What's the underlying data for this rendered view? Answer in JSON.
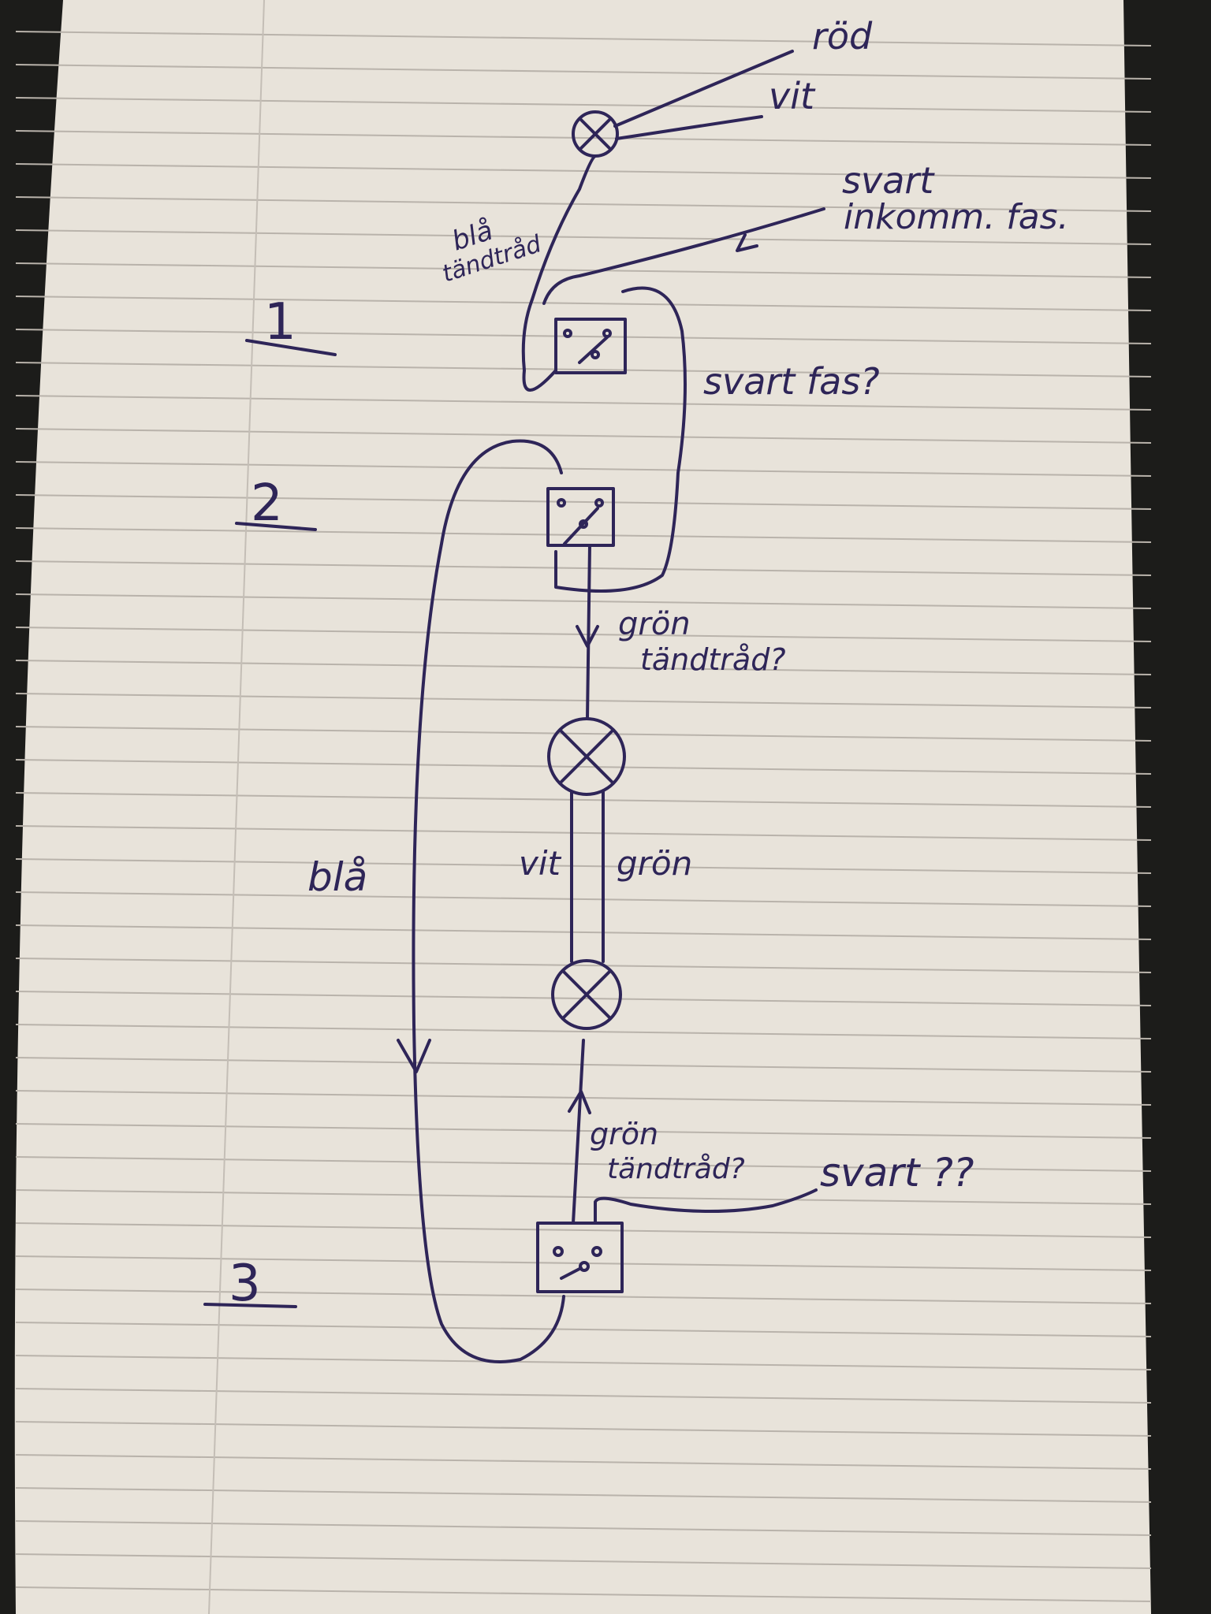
{
  "diagram": {
    "labels": {
      "rod": "röd",
      "vit_top": "vit",
      "svart_line1": "svart",
      "svart_line2": "inkomm. fas.",
      "bla_tand_line1": "blå",
      "bla_tand_line2": "tändtråd",
      "svart_fas": "svart fas?",
      "gron_tand_top_line1": "grön",
      "gron_tand_top_line2": "tändtråd?",
      "vit_mid": "vit",
      "gron_mid": "grön",
      "bla": "blå",
      "gron_tand_bottom_line1": "grön",
      "gron_tand_bottom_line2": "tändtråd?",
      "svart_unknown": "svart ??"
    },
    "switch_numbers": [
      "1",
      "2",
      "3"
    ],
    "colors": {
      "ink": "#2e2558",
      "paper": "#e8e3da",
      "background": "#1c1c1a"
    }
  }
}
